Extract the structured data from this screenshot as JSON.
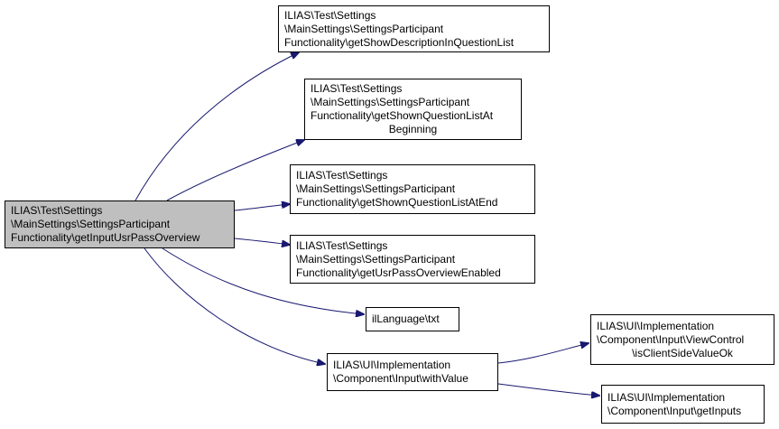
{
  "colors": {
    "edge": "#191970",
    "root_fill": "#bfbfbf",
    "node_fill": "#ffffff",
    "border": "#000000"
  },
  "nodes": {
    "root": {
      "lines": [
        "ILIAS\\Test\\Settings",
        "\\MainSettings\\SettingsParticipant",
        "Functionality\\getInputUsrPassOverview"
      ]
    },
    "n1": {
      "lines": [
        "ILIAS\\Test\\Settings",
        "\\MainSettings\\SettingsParticipant",
        "Functionality\\getShowDescriptionInQuestionList"
      ]
    },
    "n2": {
      "lines": [
        "ILIAS\\Test\\Settings",
        "\\MainSettings\\SettingsParticipant",
        "Functionality\\getShownQuestionListAt",
        "Beginning"
      ]
    },
    "n3": {
      "lines": [
        "ILIAS\\Test\\Settings",
        "\\MainSettings\\SettingsParticipant",
        "Functionality\\getShownQuestionListAtEnd"
      ]
    },
    "n4": {
      "lines": [
        "ILIAS\\Test\\Settings",
        "\\MainSettings\\SettingsParticipant",
        "Functionality\\getUsrPassOverviewEnabled"
      ]
    },
    "n5": {
      "lines": [
        "ilLanguage\\txt"
      ]
    },
    "n6": {
      "lines": [
        "ILIAS\\UI\\Implementation",
        "\\Component\\Input\\withValue"
      ]
    },
    "n7": {
      "lines": [
        "ILIAS\\UI\\Implementation",
        "\\Component\\Input\\ViewControl",
        "\\isClientSideValueOk"
      ]
    },
    "n8": {
      "lines": [
        "ILIAS\\UI\\Implementation",
        "\\Component\\Input\\getInputs"
      ]
    }
  }
}
